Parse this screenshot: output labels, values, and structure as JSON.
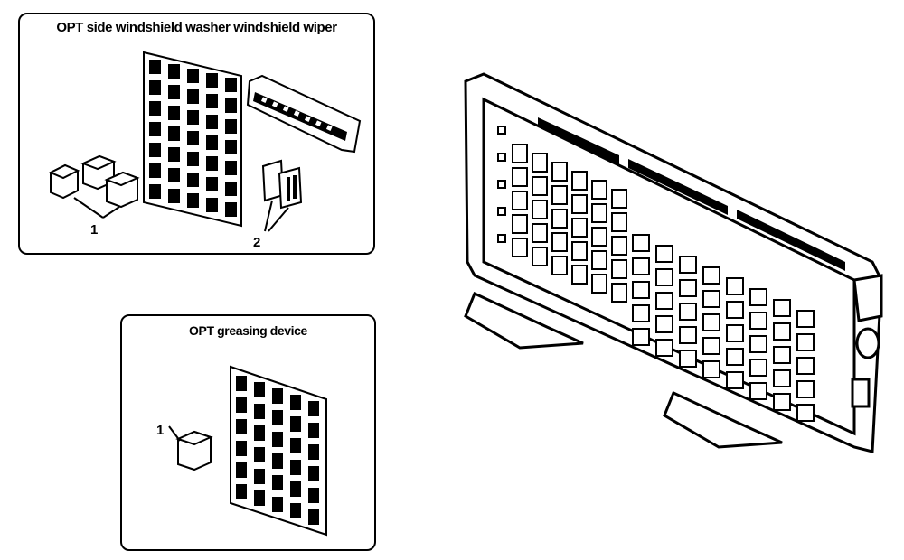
{
  "top_panel": {
    "title": "OPT side windshield washer  windshield wiper",
    "callouts": [
      "1",
      "2"
    ]
  },
  "bottom_panel": {
    "title": "OPT greasing device",
    "callouts": [
      "1"
    ]
  },
  "colors": {
    "line": "#000000",
    "background": "#ffffff"
  }
}
